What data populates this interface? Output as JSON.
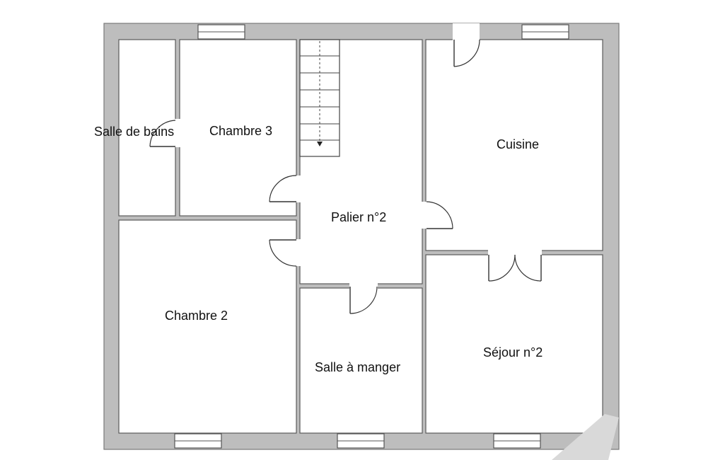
{
  "rooms": {
    "salle_de_bains": "Salle de bains",
    "chambre_3": "Chambre 3",
    "cuisine": "Cuisine",
    "palier": "Palier n°2",
    "chambre_2": "Chambre 2",
    "salle_a_manger": "Salle à manger",
    "sejour": "Séjour n°2"
  },
  "colors": {
    "wall": "#bdbdbd",
    "background": "#ffffff"
  }
}
